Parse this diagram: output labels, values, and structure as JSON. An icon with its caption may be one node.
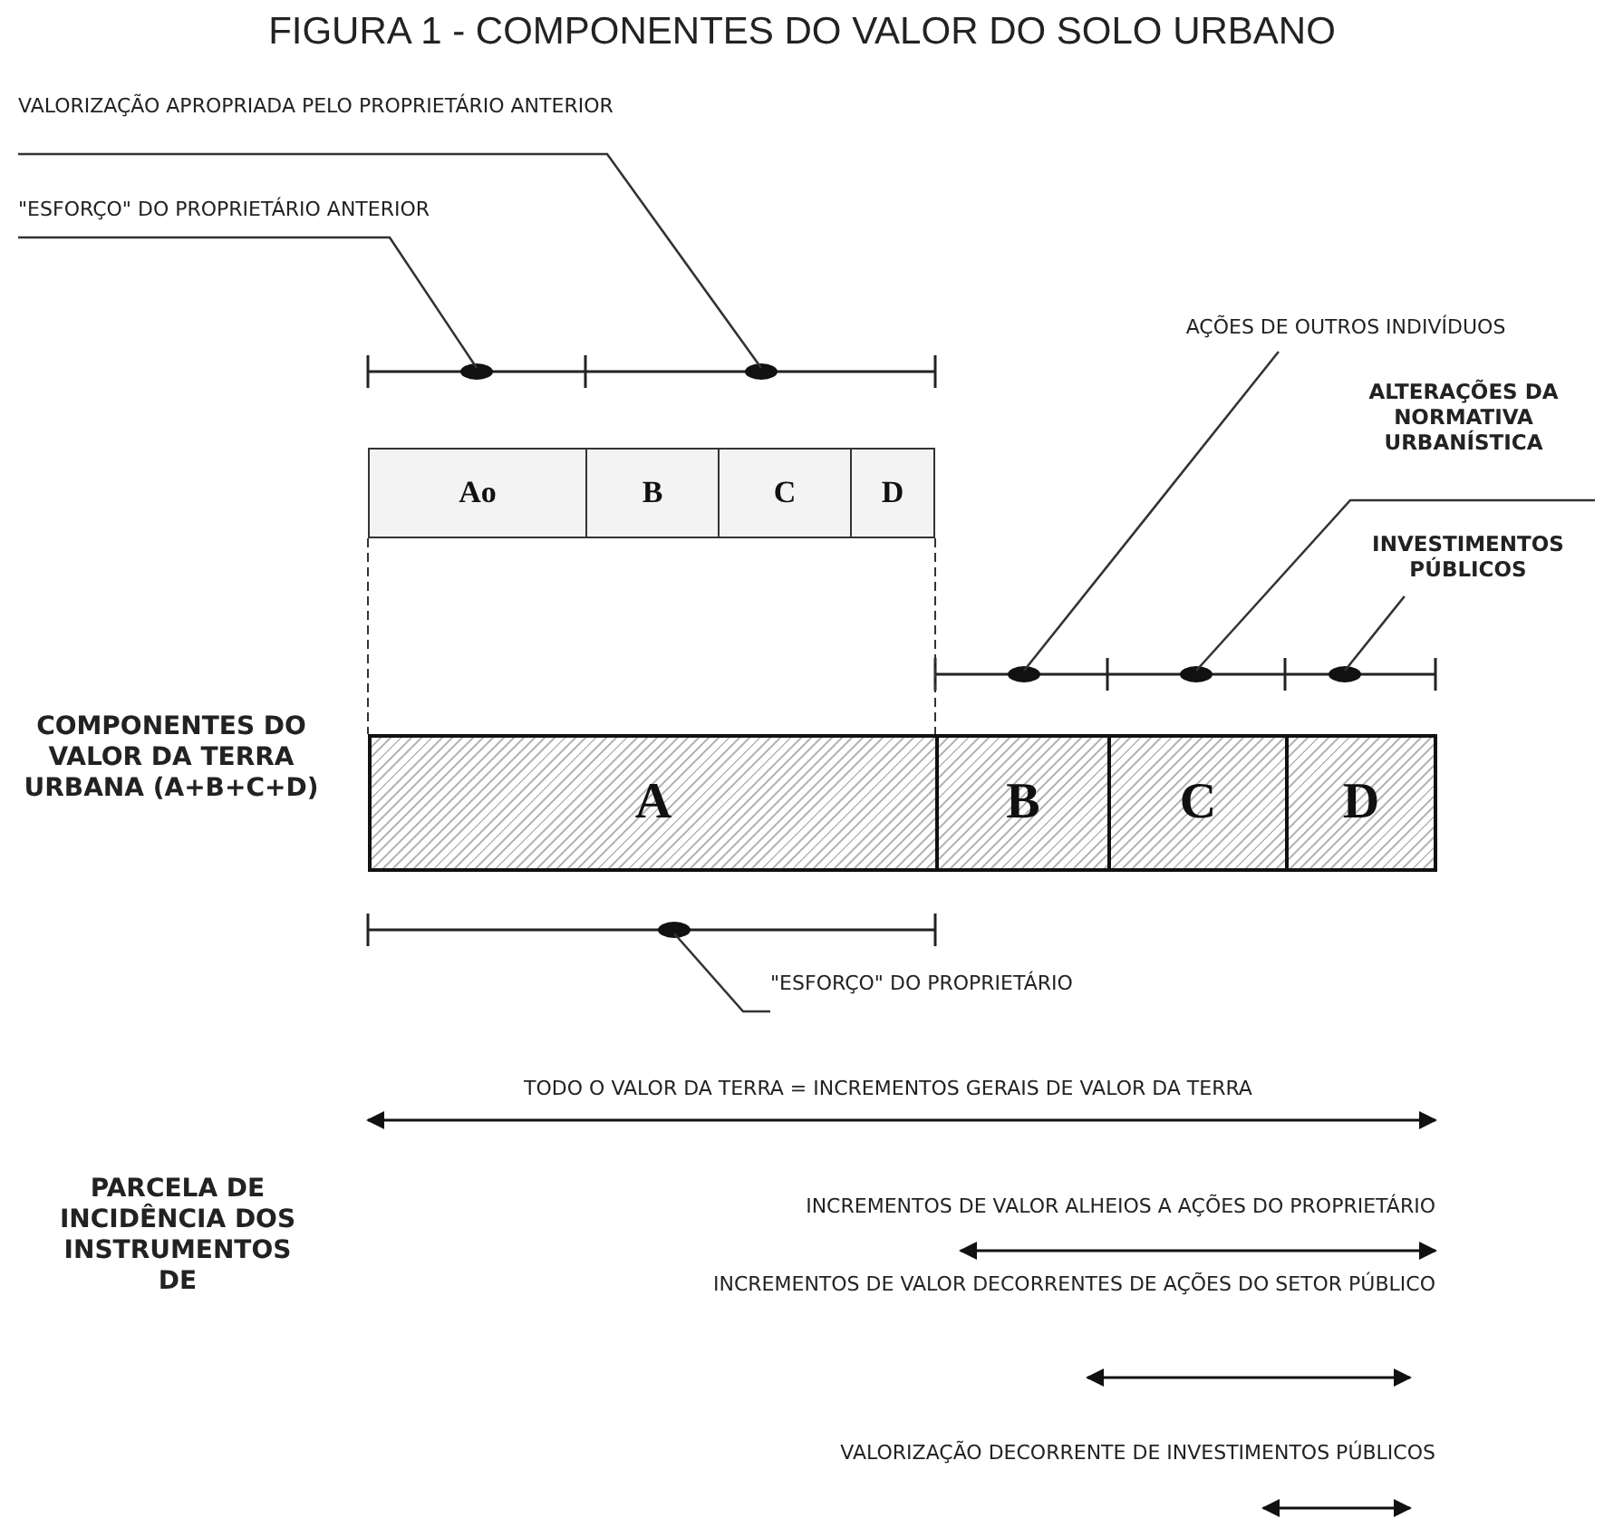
{
  "diagram": {
    "title": "FIGURA 1 - COMPONENTES DO VALOR DO SOLO URBANO",
    "nodes": [
      {
        "text": [
          "VALORIZAÇÃO APROPRIADA PELO PROPRIETÁRIO ANTERIOR"
        ]
      },
      {
        "text": [
          "\"ESFORÇO\" DO PROPRIETÁRIO ANTERIOR"
        ]
      },
      {
        "text": [
          "AÇÕES DE OUTROS INDIVÍDUOS"
        ]
      },
      {
        "text": [
          "ALTERAÇÕES DA NORMATIVA URBANÍSTICA"
        ]
      },
      {
        "text": [
          "INVESTIMENTOS PÚBLICOS"
        ]
      },
      {
        "text": [
          "Ao"
        ]
      },
      {
        "text": [
          "B"
        ]
      },
      {
        "text": [
          "C"
        ]
      },
      {
        "text": [
          "D"
        ]
      },
      {
        "text": [
          "A"
        ]
      },
      {
        "text": [
          "B"
        ]
      },
      {
        "text": [
          "C"
        ]
      },
      {
        "text": [
          "D"
        ]
      },
      {
        "text": [
          "\"ESFORÇO\" DO PROPRIETÁRIO"
        ]
      }
    ],
    "edges": [
      {
        "from": 0,
        "to": null,
        "arrow": "none"
      },
      {
        "from": 1,
        "to": null,
        "arrow": "none"
      },
      {
        "from": 2,
        "to": null,
        "arrow": "none"
      },
      {
        "from": 3,
        "to": null,
        "arrow": "none"
      },
      {
        "from": 4,
        "to": null,
        "arrow": "none"
      },
      {
        "from": 13,
        "to": null,
        "arrow": "none"
      }
    ],
    "labels": [
      "COMPONENTES DO VALOR DA TERRA URBANA (A+B+C+D)",
      "TODO O VALOR DA TERRA = INCREMENTOS GERAIS DE VALOR DA TERRA",
      "PARCELA DE INCIDÊNCIA DOS INSTRUMENTOS DE",
      "INCREMENTOS DE VALOR ALHEIOS A AÇÕES DO PROPRIETÁRIO",
      "INCREMENTOS DE VALOR DECORRENTES DE AÇÕES DO SETOR PÚBLICO",
      "VALORIZAÇÃO DECORRENTE DE INVESTIMENTOS PÚBLICOS"
    ]
  }
}
